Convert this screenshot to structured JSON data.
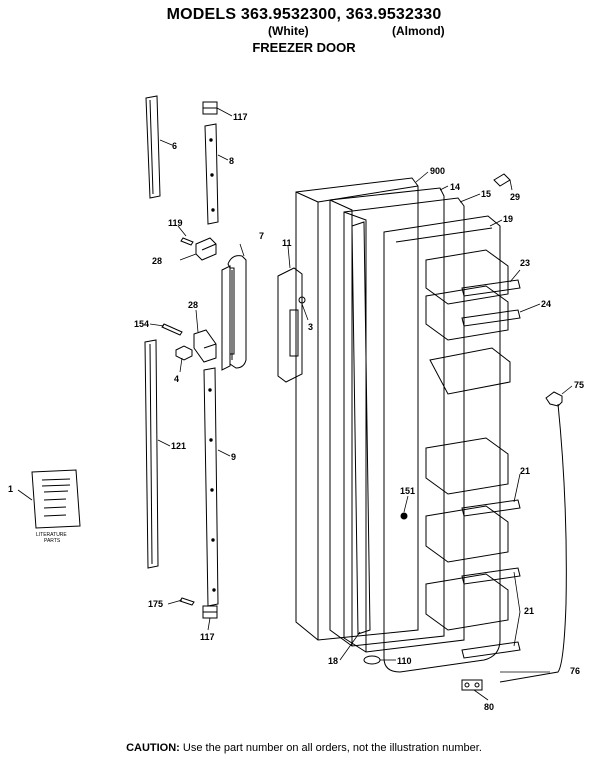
{
  "header": {
    "models_line": "MODELS 363.9532300, 363.9532330",
    "variant_white": "(White)",
    "variant_almond": "(Almond)",
    "section": "FREEZER DOOR"
  },
  "literature": {
    "label_line1": "LITERATURE",
    "label_line2": "PARTS"
  },
  "callouts": [
    "6",
    "117",
    "8",
    "900",
    "14",
    "15",
    "29",
    "19",
    "119",
    "7",
    "11",
    "28",
    "23",
    "154",
    "28",
    "3",
    "24",
    "4",
    "75",
    "121",
    "9",
    "1",
    "151",
    "21",
    "21",
    "175",
    "117",
    "18",
    "110",
    "76",
    "80"
  ],
  "footer": {
    "caution_label": "CAUTION:",
    "caution_text": " Use the part number on all orders, not the illustration number."
  }
}
